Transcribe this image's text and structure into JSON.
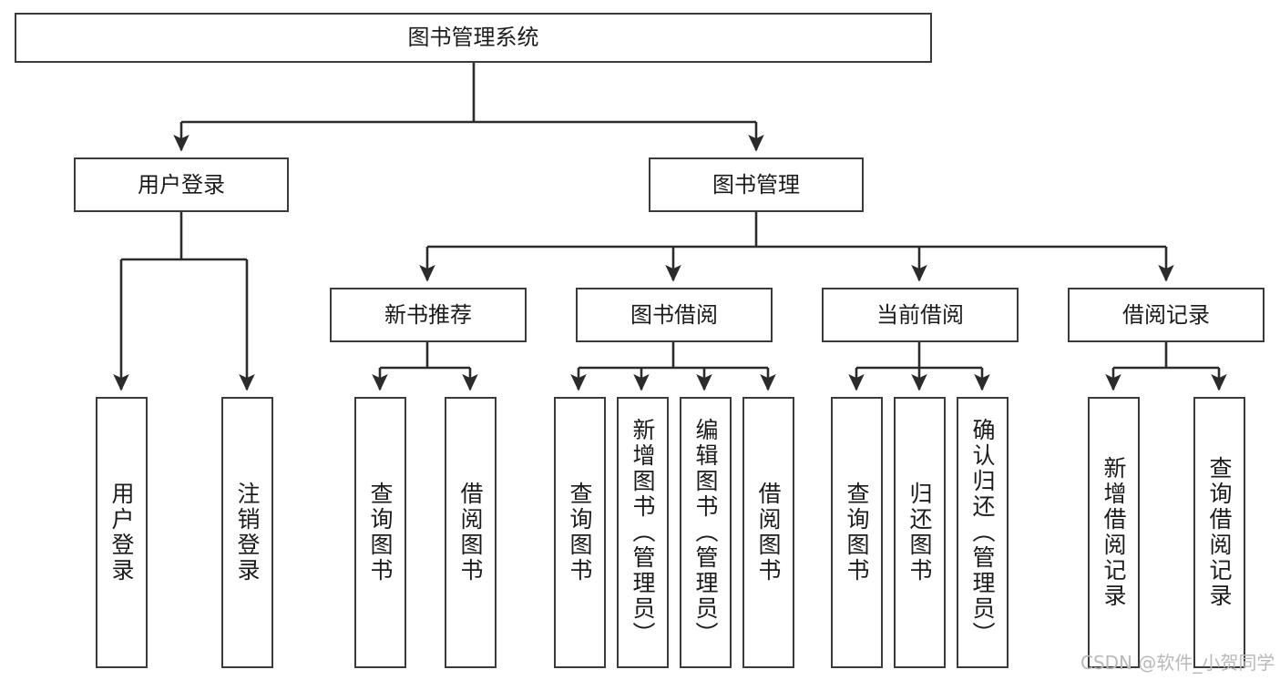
{
  "diagram": {
    "title": "图书管理系统",
    "type": "tree",
    "watermark": "CSDN @软件_小贺同学",
    "colors": {
      "box_border": "#3b3b3b",
      "box_fill": "#ffffff",
      "edge": "#2b2b2b",
      "text": "#1b1b1b",
      "watermark": "#b9b9b9",
      "background": "#ffffff"
    },
    "levels": {
      "root": {
        "label": "图书管理系统"
      },
      "level2": [
        {
          "id": "user-login",
          "label": "用户登录"
        },
        {
          "id": "book-manage",
          "label": "图书管理"
        }
      ],
      "level3": [
        {
          "id": "new-book-recommend",
          "label": "新书推荐"
        },
        {
          "id": "book-borrow",
          "label": "图书借阅"
        },
        {
          "id": "current-borrow",
          "label": "当前借阅"
        },
        {
          "id": "borrow-record",
          "label": "借阅记录"
        }
      ],
      "leaves": {
        "user_login": [
          {
            "id": "leaf-user-login",
            "label": "用户登录"
          },
          {
            "id": "leaf-logout-login",
            "label": "注销登录"
          }
        ],
        "new_book_recommend": [
          {
            "id": "leaf-query-book-1",
            "label": "查询图书"
          },
          {
            "id": "leaf-borrow-book-1",
            "label": "借阅图书"
          }
        ],
        "book_borrow": [
          {
            "id": "leaf-query-book-2",
            "label": "查询图书"
          },
          {
            "id": "leaf-add-book",
            "label": "新增图书（管理员）"
          },
          {
            "id": "leaf-edit-book",
            "label": "编辑图书（管理员）"
          },
          {
            "id": "leaf-borrow-book-2",
            "label": "借阅图书"
          }
        ],
        "current_borrow": [
          {
            "id": "leaf-query-book-3",
            "label": "查询图书"
          },
          {
            "id": "leaf-return-book",
            "label": "归还图书"
          },
          {
            "id": "leaf-confirm-return",
            "label": "确认归还（管理员）"
          }
        ],
        "borrow_record": [
          {
            "id": "leaf-add-record",
            "label": "新增借阅记录"
          },
          {
            "id": "leaf-query-record",
            "label": "查询借阅记录"
          }
        ]
      }
    }
  }
}
